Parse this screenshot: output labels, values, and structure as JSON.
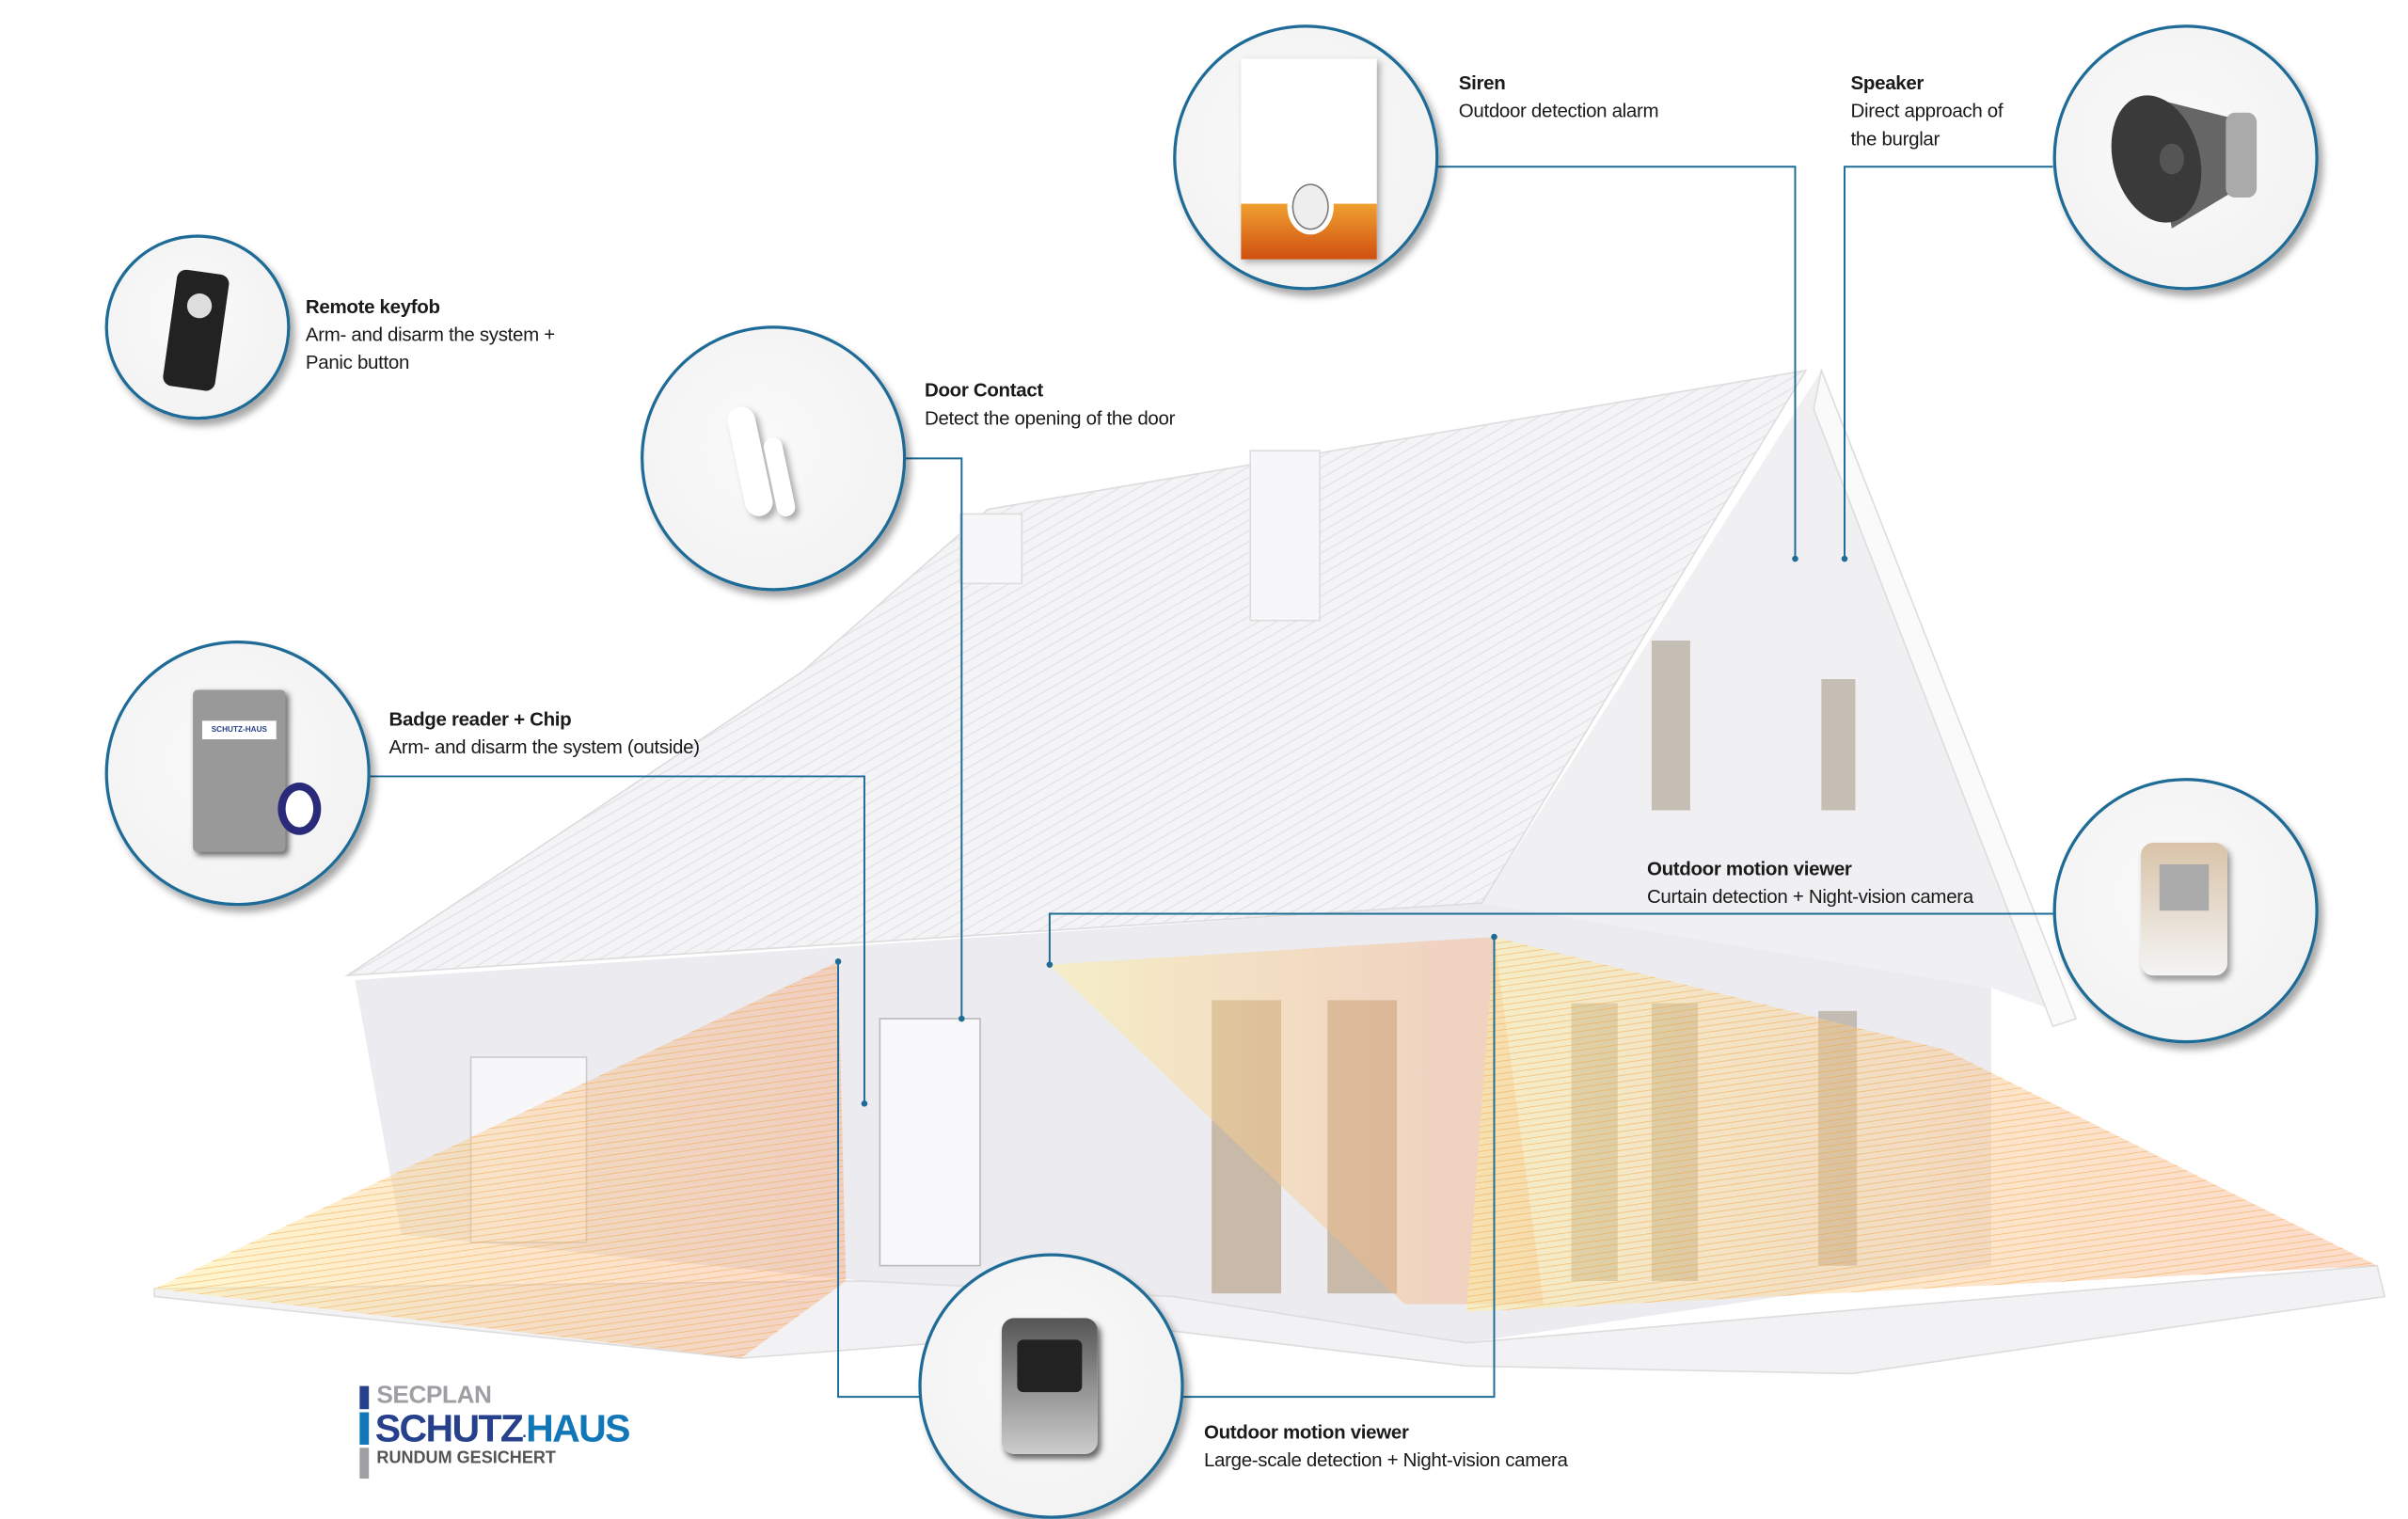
{
  "devices": [
    {
      "title": "Siren",
      "desc": [
        "Outdoor detection alarm"
      ]
    },
    {
      "title": "Speaker",
      "desc": [
        "Direct approach of",
        "the burglar"
      ]
    },
    {
      "title": "Remote keyfob",
      "desc": [
        "Arm- and disarm the system +",
        "Panic button"
      ]
    },
    {
      "title": "Door Contact",
      "desc": [
        "Detect the opening of the door"
      ]
    },
    {
      "title": "Badge reader + Chip",
      "desc": [
        "Arm- and disarm the system (outside)"
      ]
    },
    {
      "title": "Outdoor motion viewer",
      "desc": [
        "Curtain detection + Night-vision camera"
      ]
    },
    {
      "title": "Outdoor motion viewer",
      "desc": [
        "Large-scale detection + Night-vision camera"
      ]
    }
  ],
  "badge_brand": "SCHUTZ-HAUS",
  "logo": {
    "line1": "SECPLAN",
    "line2a": "SCHUTZ",
    "line2b": "HAUS",
    "line3": "RUNDUM GESICHERT"
  },
  "colors": {
    "accent": "#1f6b97",
    "brand_dark": "#27408b",
    "brand_light": "#1177b6"
  }
}
